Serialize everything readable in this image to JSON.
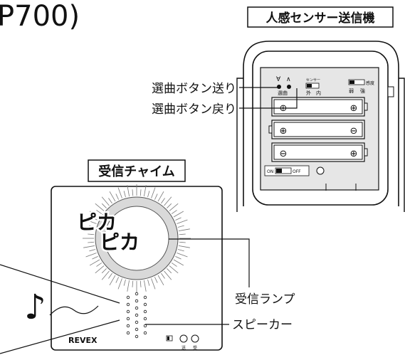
{
  "header_text": "P700)",
  "transmitter_title": "人感センサー送信機",
  "chime_title": "受信チャイム",
  "labels": {
    "track_forward": "選曲ボタン送り",
    "track_back": "選曲ボタン戻り",
    "receive_lamp": "受信ランプ",
    "speaker": "スピーカー"
  },
  "transmitter_panel": {
    "select_label": "選曲",
    "sensor_label": "センサー",
    "sensor_outer": "外",
    "sensor_inner": "内",
    "sensitivity_label": "感度",
    "weak_label": "弱",
    "strong_label": "強",
    "on_label": "ON",
    "off_label": "OFF",
    "battery_plus": "⊕",
    "battery_minus": "⊖"
  },
  "chime": {
    "flash_line1": "ピカ",
    "flash_line2": "ピカ",
    "brand": "REVEX",
    "send_label": "送",
    "receive_label": "受"
  },
  "music_note": "♪"
}
